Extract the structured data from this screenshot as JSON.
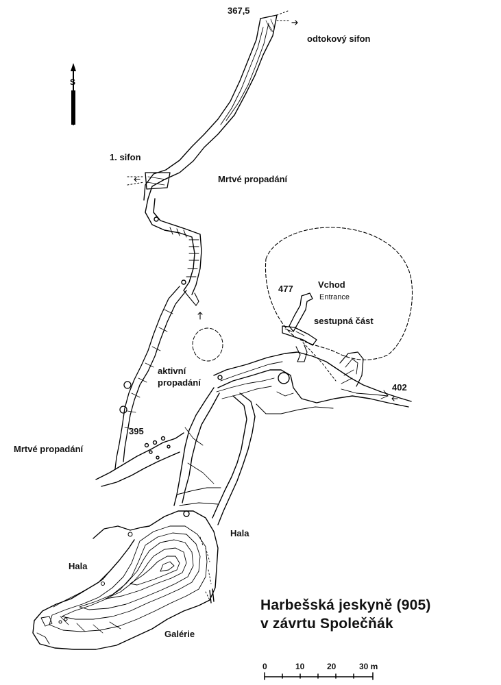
{
  "map": {
    "title_line1": "Harbešská jeskyně (905)",
    "title_line2": "v závrtu Společňák",
    "labels": {
      "elev_367": "367,5",
      "odtokovy_sifon": "odtokový sifon",
      "sifon_1": "1. sifon",
      "mrtve_propadani_upper": "Mrtvé propadání",
      "elev_477": "477",
      "vchod": "Vchod",
      "entrance": "Entrance",
      "sestupna_cast": "sestupná část",
      "aktivni": "aktivní",
      "propadani": "propadání",
      "elev_402": "402",
      "elev_395": "395",
      "mrtve_propadani_lower": "Mrtvé propadání",
      "hala_right": "Hala",
      "hala_left": "Hala",
      "galerie": "Galérie"
    },
    "north_arrow_letter": "S",
    "scale": {
      "ticks": [
        "0",
        "10",
        "20",
        "30 m"
      ]
    }
  }
}
